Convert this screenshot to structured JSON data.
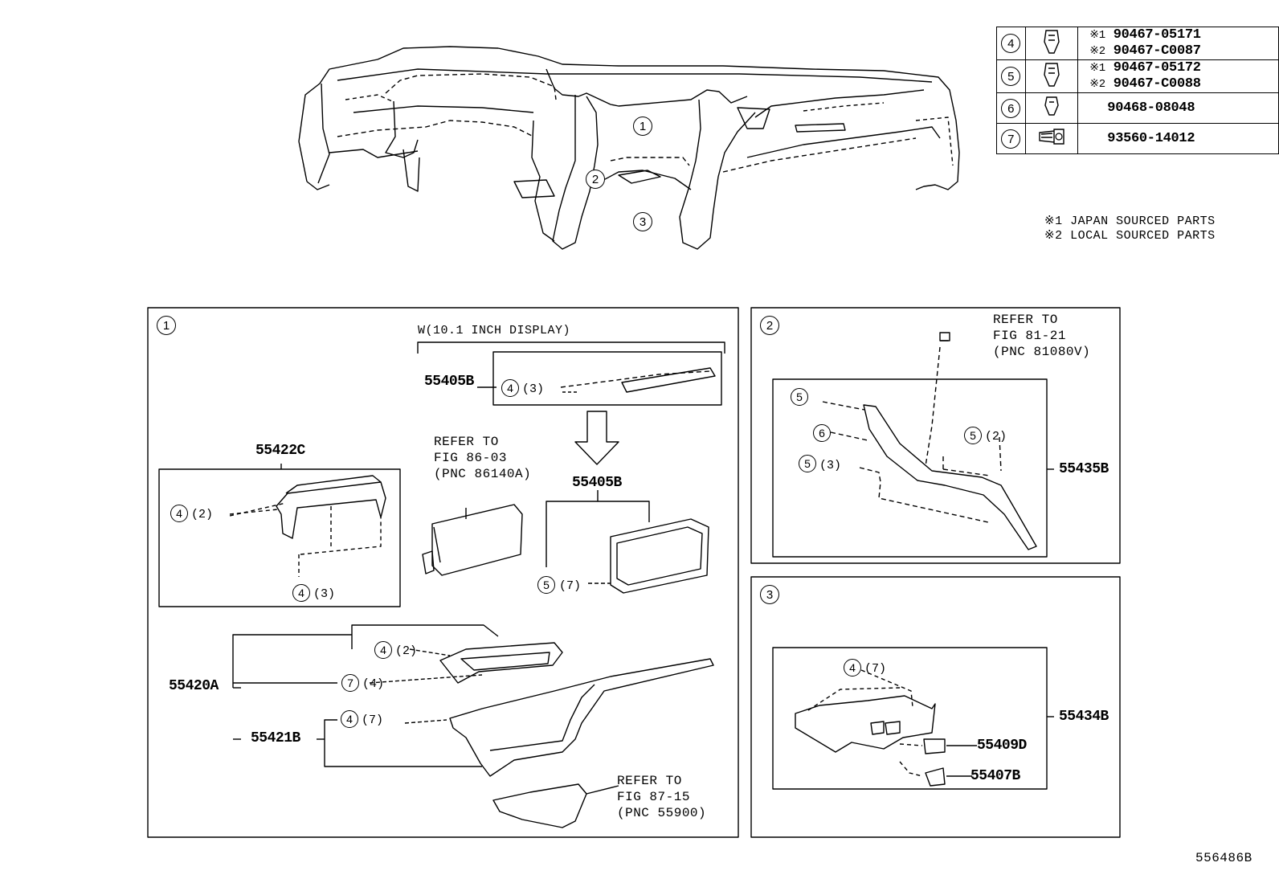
{
  "legend": {
    "rows": [
      {
        "num": "4",
        "icon": "clip-icon",
        "lines": [
          {
            "mark": "※1",
            "part": "90467-05171"
          },
          {
            "mark": "※2",
            "part": "90467-C0087"
          }
        ]
      },
      {
        "num": "5",
        "icon": "clip-icon",
        "lines": [
          {
            "mark": "※1",
            "part": "90467-05172"
          },
          {
            "mark": "※2",
            "part": "90467-C0088"
          }
        ]
      },
      {
        "num": "6",
        "icon": "clip-icon",
        "lines": [
          {
            "mark": "",
            "part": "90468-08048"
          }
        ]
      },
      {
        "num": "7",
        "icon": "screw-icon",
        "lines": [
          {
            "mark": "",
            "part": "93560-14012"
          }
        ]
      }
    ],
    "notes": [
      "※1 JAPAN SOURCED PARTS",
      "※2 LOCAL SOURCED PARTS"
    ]
  },
  "overview": {
    "callouts": [
      "1",
      "2",
      "3"
    ]
  },
  "panel1": {
    "num": "1",
    "display_label": "W(10.1 INCH DISPLAY)",
    "p55405B_top": "55405B",
    "p55405B_top_qty": "(3)",
    "p55405B": "55405B",
    "p55405B_qty": "(7)",
    "ref86": [
      "REFER TO",
      "FIG 86-03",
      "(PNC 86140A)"
    ],
    "p55422C": "55422C",
    "p55422C_qty_a": "(2)",
    "p55422C_qty_b": "(3)",
    "p55420A": "55420A",
    "p55420A_qty_a": "(2)",
    "p55420A_qty_b": "(4)",
    "p55421B": "55421B",
    "p55421B_qty": "(7)",
    "ref87": [
      "REFER TO",
      "FIG 87-15",
      "(PNC 55900)"
    ]
  },
  "panel2": {
    "num": "2",
    "ref81": [
      "REFER TO",
      "FIG 81-21",
      "(PNC 81080V)"
    ],
    "p55435B": "55435B",
    "qty_a": "(2)",
    "qty_b": "(3)"
  },
  "panel3": {
    "num": "3",
    "p55434B": "55434B",
    "p55409D": "55409D",
    "p55407B": "55407B",
    "qty": "(7)"
  },
  "figure_id": "556486B"
}
